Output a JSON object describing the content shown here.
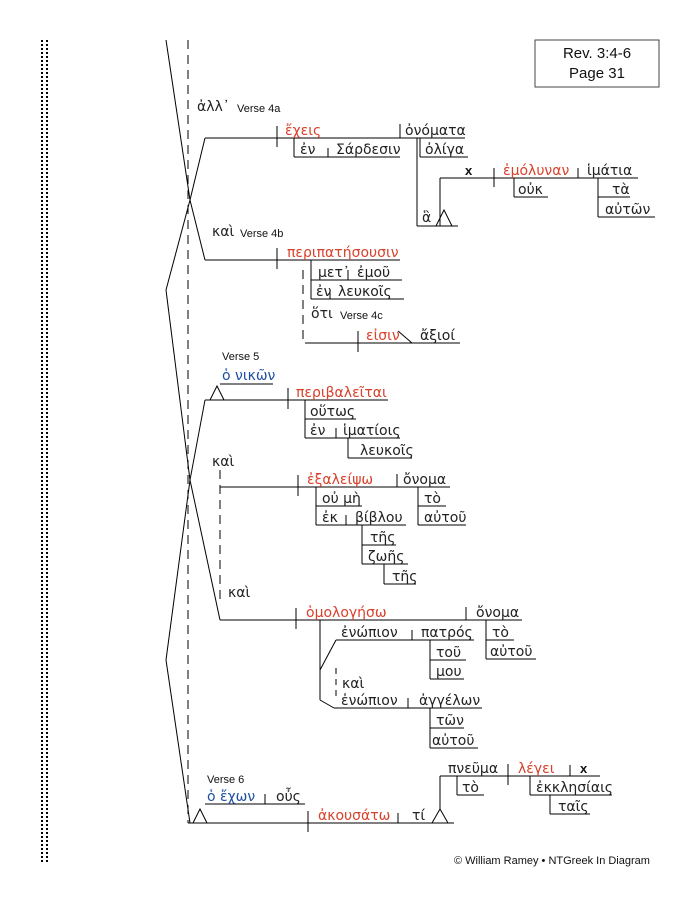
{
  "reference": {
    "line1": "Rev. 3:4-6",
    "line2": "Page 31"
  },
  "credit": "© William Ramey • NTGreek In Diagram",
  "labels": {
    "v4a": "Verse 4a",
    "v4b": "Verse 4b",
    "v4c": "Verse 4c",
    "v5": "Verse 5",
    "v6": "Verse 6",
    "x": "x"
  },
  "words": {
    "all": "ἀλλ᾽",
    "echeis": "ἔχεις",
    "onomata": "ὀνόματα",
    "en1": "ἐν",
    "sardesin": "Σάρδεσιν",
    "oliga": "ὀλίγα",
    "emolunan": "ἐμόλυναν",
    "ouk": "οὐκ",
    "himatia": "ἱμάτια",
    "ta": "τὰ",
    "auton1": "αὐτῶν",
    "ha": "ἃ",
    "kai1": "καὶ",
    "peripatesousin": "περιπατήσουσιν",
    "met": "μετ᾽",
    "emou": "ἐμοῦ",
    "en2": "ἐν",
    "leukois1": "λευκοῖς",
    "hoti": "ὅτι",
    "eisin": "εἰσιν",
    "axioi": "ἄξιοί",
    "ho_nikon": "ὁ νικῶν",
    "peribaleitai": "περιβαλεῖται",
    "houtos": "οὕτως",
    "en3": "ἐν",
    "himatiois": "ἱματίοις",
    "leukois2": "λευκοῖς",
    "kai2": "καὶ",
    "exaleipso": "ἐξαλείψω",
    "onoma1": "ὄνομα",
    "ou_me": "οὐ μὴ",
    "to1": "τὸ",
    "ek": "ἐκ",
    "biblou": "βίβλου",
    "autou1": "αὐτοῦ",
    "tes1": "τῆς",
    "zoes": "ζωῆς",
    "tes2": "τῆς",
    "kai3": "καὶ",
    "homologeso": "ὁμολογήσω",
    "onoma2": "ὄνομα",
    "enopion1": "ἐνώπιον",
    "patros": "πατρός",
    "to2": "τὸ",
    "tou": "τοῦ",
    "autou2": "αὐτοῦ",
    "mou": "μου",
    "kai4": "καὶ",
    "enopion2": "ἐνώπιον",
    "angelon": "ἀγγέλων",
    "ton": "τῶν",
    "autou3": "αὐτοῦ",
    "pneuma": "πνεῦμα",
    "legei": "λέγει",
    "to3": "τὸ",
    "ekklesiais": "ἐκκλησίαις",
    "tais": "ταῖς",
    "ho_echon": "ὁ ἔχων",
    "ous": "οὖς",
    "akousato": "ἀκουσάτω",
    "ti": "τί"
  }
}
